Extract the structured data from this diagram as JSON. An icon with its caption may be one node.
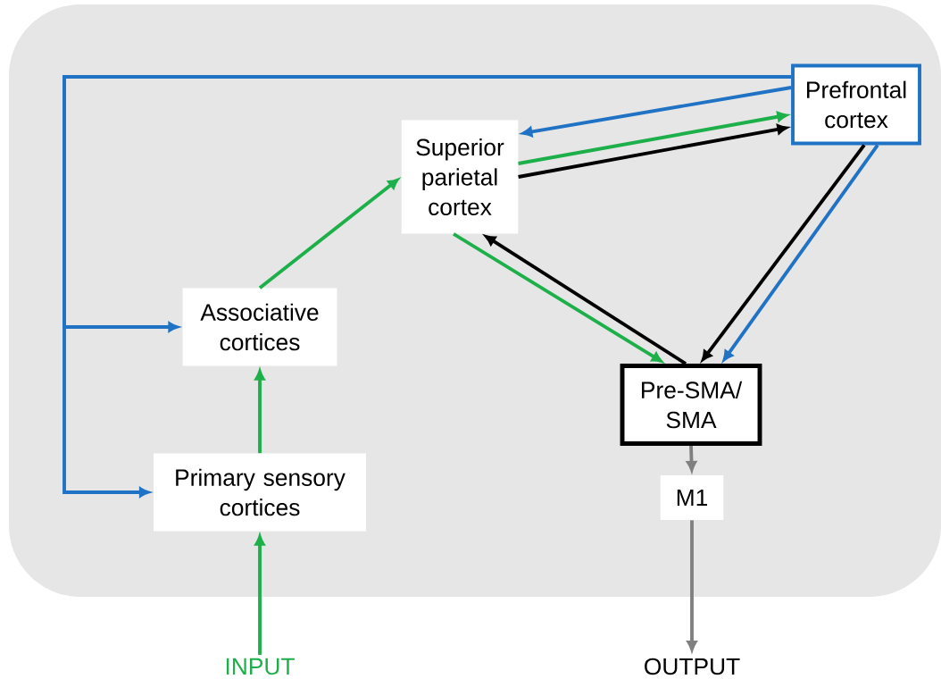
{
  "diagram": {
    "nodes": [
      {
        "text": [
          "Prefrontal cortex"
        ]
      },
      {
        "text": [
          "Superior parietal cortex"
        ]
      },
      {
        "text": [
          "Associative cortices"
        ]
      },
      {
        "text": [
          "Primary sensory cortices"
        ]
      },
      {
        "text": [
          "Pre-SMA/ SMA"
        ]
      },
      {
        "text": [
          "M1"
        ]
      },
      {
        "text": [
          "INPUT"
        ]
      },
      {
        "text": [
          "OUTPUT"
        ]
      }
    ],
    "edges": [
      {
        "from": 0,
        "to": 2,
        "arrow": "to",
        "color": "#1f72c4"
      },
      {
        "from": 0,
        "to": 3,
        "arrow": "to",
        "color": "#1f72c4"
      },
      {
        "from": 0,
        "to": 1,
        "arrow": "to",
        "color": "#1f72c4"
      },
      {
        "from": 1,
        "to": 0,
        "arrow": "to",
        "color": "#1db04a"
      },
      {
        "from": 1,
        "to": 0,
        "arrow": "to",
        "color": "#000000"
      },
      {
        "from": 0,
        "to": 4,
        "arrow": "to",
        "color": "#000000"
      },
      {
        "from": 0,
        "to": 4,
        "arrow": "to",
        "color": "#1f72c4"
      },
      {
        "from": 1,
        "to": 4,
        "arrow": "to",
        "color": "#1db04a"
      },
      {
        "from": 4,
        "to": 1,
        "arrow": "to",
        "color": "#000000"
      },
      {
        "from": 2,
        "to": 1,
        "arrow": "to",
        "color": "#1db04a"
      },
      {
        "from": 3,
        "to": 2,
        "arrow": "to",
        "color": "#1db04a"
      },
      {
        "from": 6,
        "to": 3,
        "arrow": "to",
        "color": "#1db04a"
      },
      {
        "from": 4,
        "to": 5,
        "arrow": "to",
        "color": "#808080"
      },
      {
        "from": 5,
        "to": 7,
        "arrow": "to",
        "color": "#808080"
      }
    ]
  }
}
